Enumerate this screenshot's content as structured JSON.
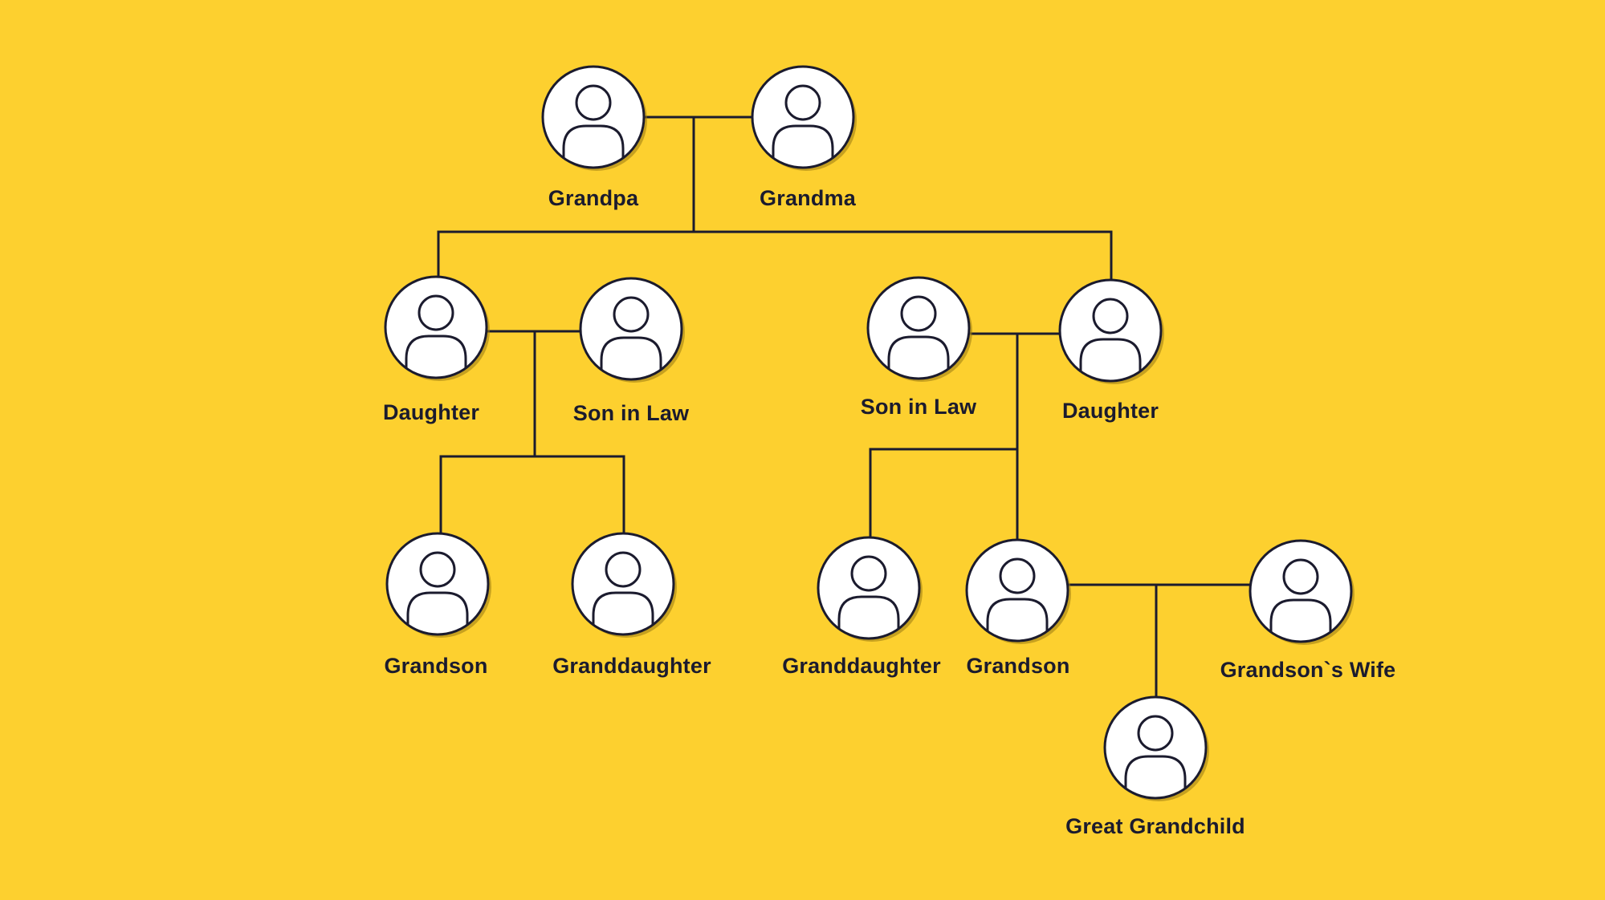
{
  "background_color": "#FDD02F",
  "line_color": "#1B1B2E",
  "avatar_icon": "person-icon",
  "members": [
    {
      "id": "grandpa",
      "label": "Grandpa"
    },
    {
      "id": "grandma",
      "label": "Grandma"
    },
    {
      "id": "daughter-1",
      "label": "Daughter"
    },
    {
      "id": "son-in-law-1",
      "label": "Son in Law"
    },
    {
      "id": "son-in-law-2",
      "label": "Son in Law"
    },
    {
      "id": "daughter-2",
      "label": "Daughter"
    },
    {
      "id": "grandson-1",
      "label": "Grandson"
    },
    {
      "id": "granddaughter-1",
      "label": "Granddaughter"
    },
    {
      "id": "granddaughter-2",
      "label": "Granddaughter"
    },
    {
      "id": "grandson-2",
      "label": "Grandson"
    },
    {
      "id": "grandsons-wife",
      "label": "Grandson`s Wife"
    },
    {
      "id": "great-grandchild",
      "label": "Great Grandchild"
    }
  ],
  "relations": [
    {
      "type": "couple",
      "members": [
        "grandpa",
        "grandma"
      ],
      "children": [
        "daughter-1",
        "daughter-2"
      ]
    },
    {
      "type": "couple",
      "members": [
        "daughter-1",
        "son-in-law-1"
      ],
      "children": [
        "grandson-1",
        "granddaughter-1"
      ]
    },
    {
      "type": "couple",
      "members": [
        "son-in-law-2",
        "daughter-2"
      ],
      "children": [
        "granddaughter-2",
        "grandson-2"
      ]
    },
    {
      "type": "couple",
      "members": [
        "grandson-2",
        "grandsons-wife"
      ],
      "children": [
        "great-grandchild"
      ]
    }
  ]
}
